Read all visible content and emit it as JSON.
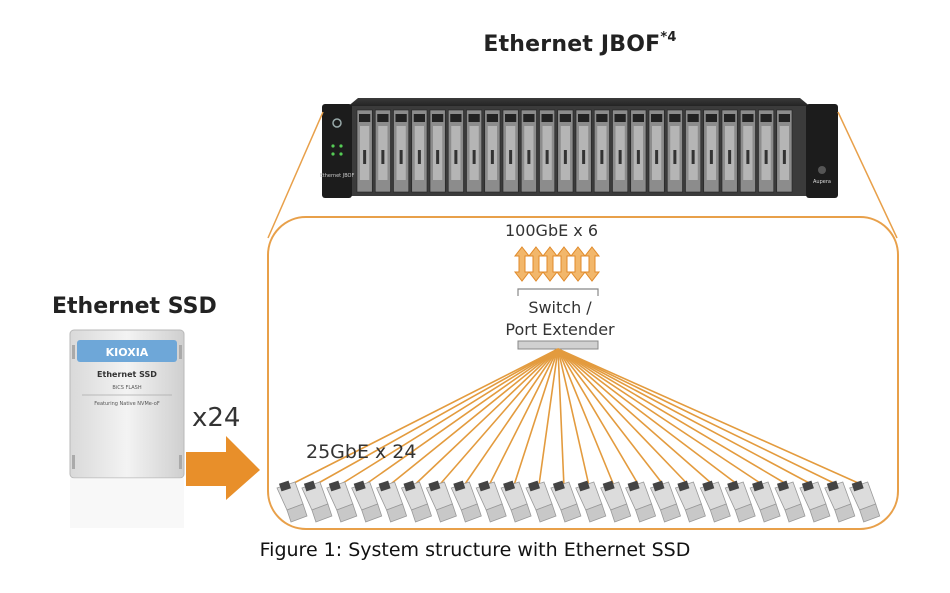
{
  "jbof": {
    "title": "Ethernet JBOF",
    "superscript": "*4",
    "logo_text": "Ethernet JBOF",
    "badge": "Aupera"
  },
  "ssd": {
    "title": "Ethernet SSD",
    "brand": "KIOXIA",
    "product": "Ethernet SSD",
    "flash_line": "BiCS FLASH",
    "feature_line": "Featuring Native NVMe-oF"
  },
  "multiplier": "x24",
  "uplink": {
    "label": "100GbE x 6",
    "count": 6
  },
  "switch": {
    "line1": "Switch /",
    "line2": "Port Extender"
  },
  "downlink": {
    "label": "25GbE x 24",
    "count": 24
  },
  "caption": "Figure 1: System structure with Ethernet SSD",
  "colors": {
    "accent": "#e8a04a",
    "line": "#e39b3e",
    "arrow": "#e88f2a",
    "chassis": "#2b2b2b"
  }
}
